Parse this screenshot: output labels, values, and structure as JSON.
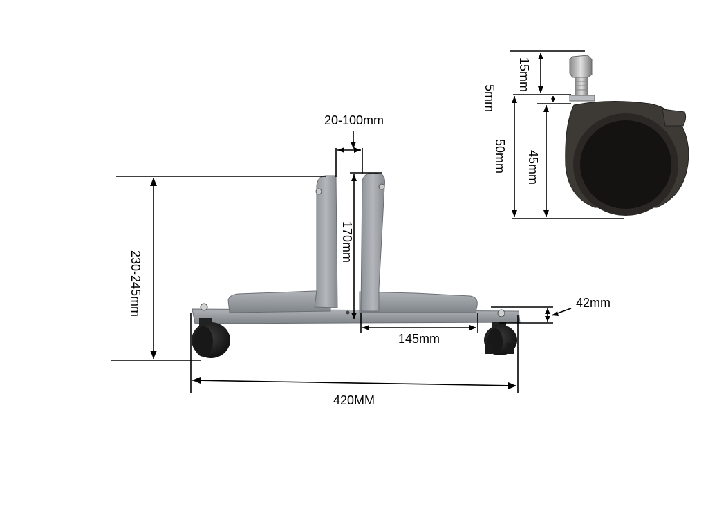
{
  "diagram": {
    "stand": {
      "width_label": "420MM",
      "height_label": "230-245mm",
      "gap_label": "20-100mm",
      "upright_label": "170mm",
      "foot_label": "145mm",
      "base_thickness_label": "42mm"
    },
    "caster": {
      "bolt_label": "15mm",
      "collar_label": "5mm",
      "total_height_label": "50mm",
      "wheel_label": "45mm"
    }
  },
  "colors": {
    "metal": "#9ea3a8",
    "metal_dark": "#6f7479",
    "wheel": "#2a2a2a",
    "caster_body": "#3a3530",
    "dimension_line": "#000000"
  }
}
